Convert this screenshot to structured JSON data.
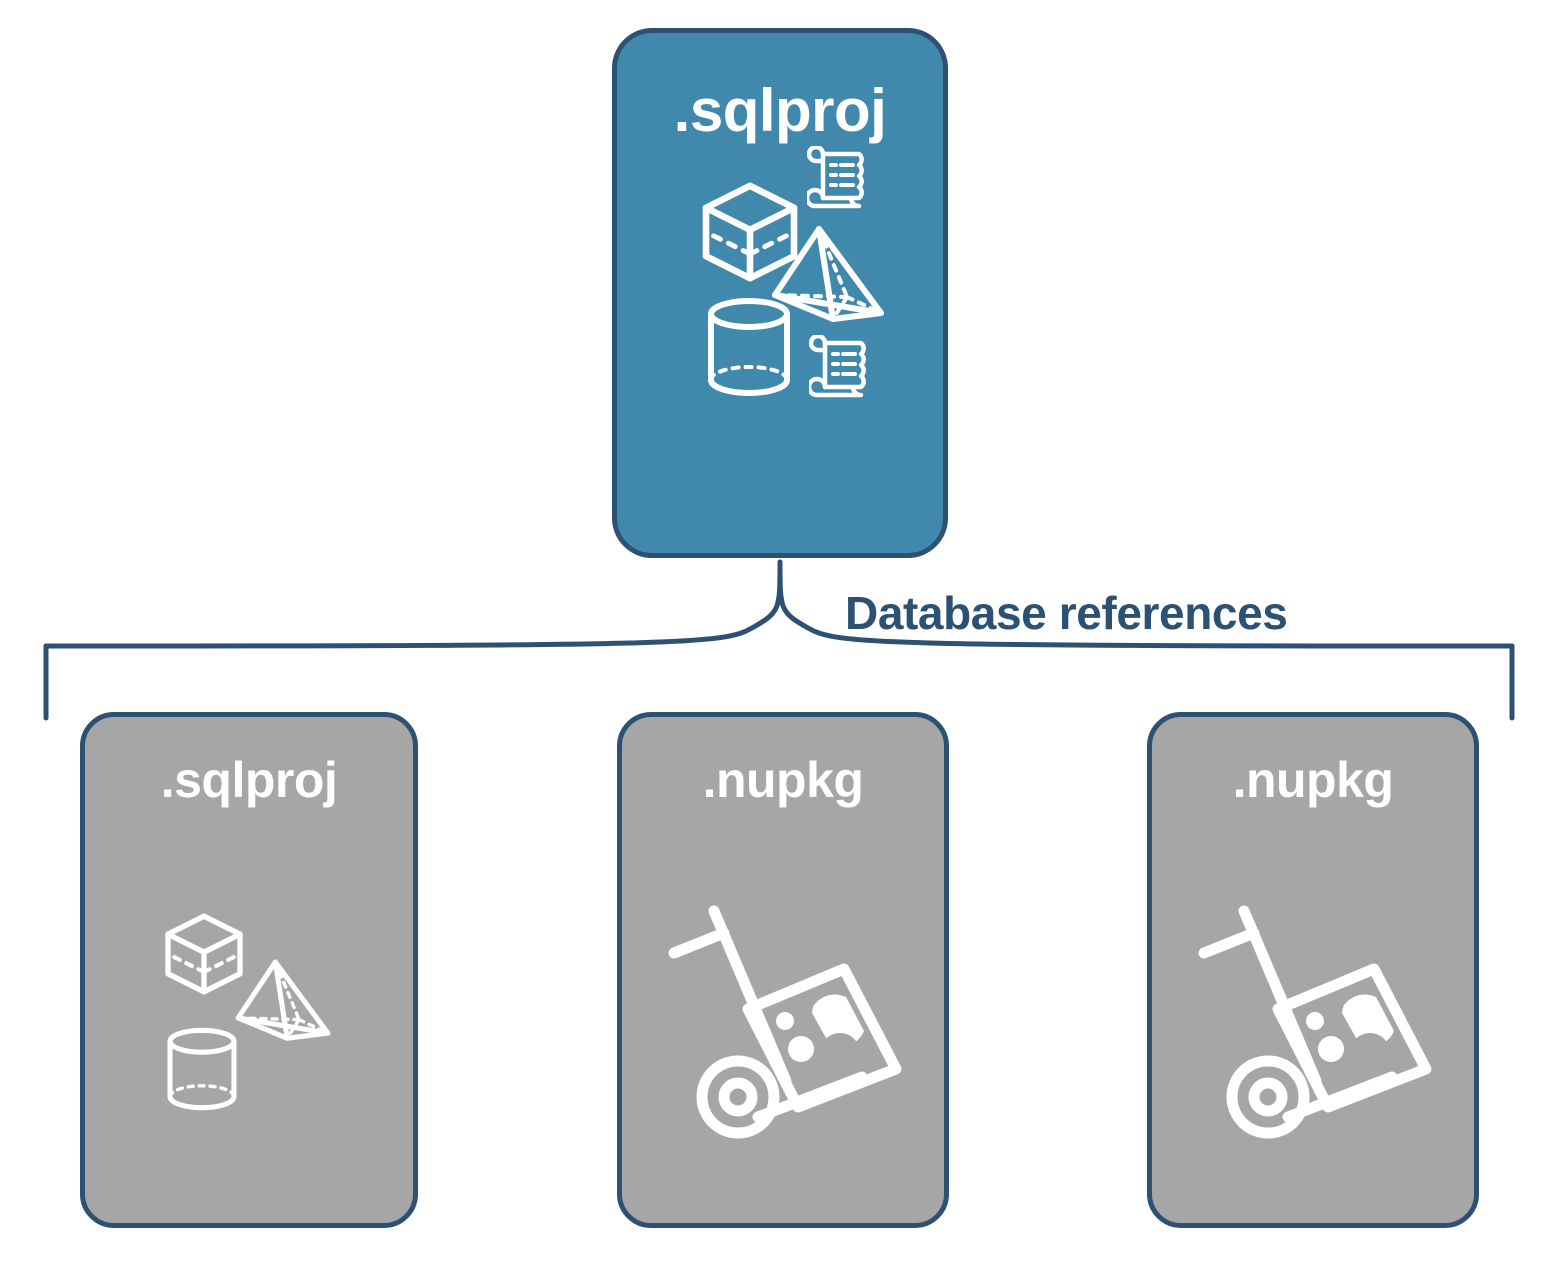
{
  "diagram": {
    "title_hidden": "",
    "connector_label": "Database references",
    "colors": {
      "accent_blue": "#4189ac",
      "gray": "#a6a6a6",
      "border_navy": "#2c5172",
      "icon_white": "#ffffff",
      "background": "#ffffff"
    }
  },
  "top_card": {
    "label": ".sqlproj",
    "style": "blue",
    "icons": [
      "cube-icon",
      "scroll-icon",
      "pyramid-icon",
      "cylinder-icon",
      "scroll-icon"
    ]
  },
  "reference_cards": [
    {
      "label": ".sqlproj",
      "style": "gray",
      "icons": [
        "cube-icon",
        "pyramid-icon",
        "cylinder-icon"
      ]
    },
    {
      "label": ".nupkg",
      "style": "gray",
      "icons": [
        "hand-truck-package-icon"
      ]
    },
    {
      "label": ".nupkg",
      "style": "gray",
      "icons": [
        "hand-truck-package-icon"
      ]
    }
  ]
}
